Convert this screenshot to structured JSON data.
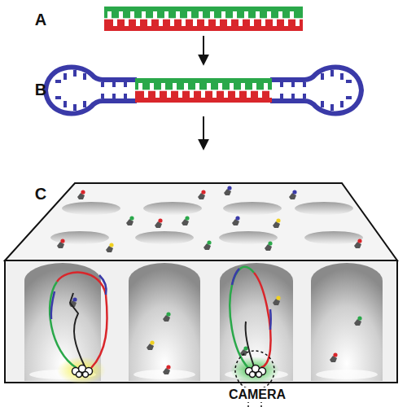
{
  "diagram": {
    "labels": [
      "A",
      "B",
      "C",
      "CAMERA"
    ]
  }
}
